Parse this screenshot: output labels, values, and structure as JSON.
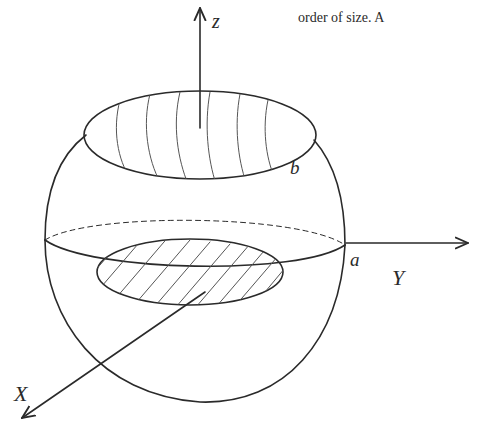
{
  "diagram": {
    "labels": [
      "order of size. A",
      "z",
      "b",
      "a",
      "Y",
      "X"
    ]
  }
}
